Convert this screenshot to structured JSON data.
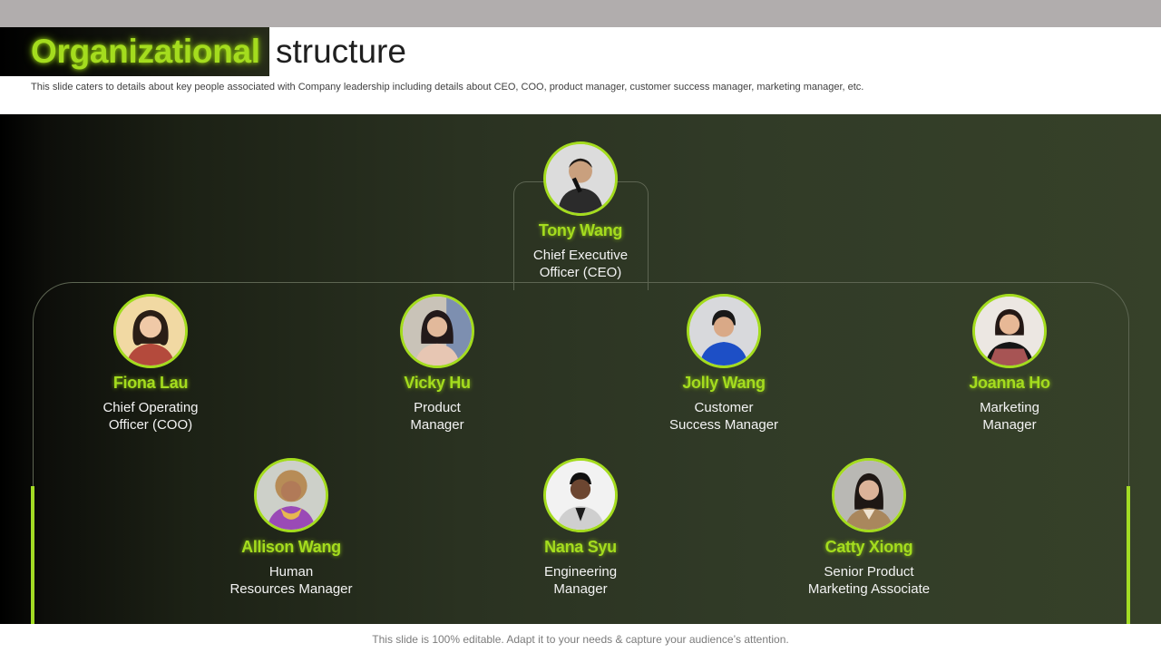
{
  "slide": {
    "title_highlight": "Organizational",
    "title_rest": "structure",
    "subtitle": "This slide caters to details about key people associated with Company leadership including details about CEO, COO,  product manager, customer success manager, marketing manager, etc.",
    "footer": "This slide is 100% editable. Adapt it to your needs & capture your audience’s attention."
  },
  "colors": {
    "accent": "#a4dc1e",
    "panel_dark": "#000000",
    "panel_light": "#364129",
    "top_bar": "#b1adad"
  },
  "people": [
    {
      "id": "ceo",
      "name": "Tony Wang",
      "role_line1": "Chief Executive",
      "role_line2": "Officer (CEO)",
      "icon": "avatar-photo"
    },
    {
      "id": "coo",
      "name": "Fiona Lau",
      "role_line1": "Chief Operating",
      "role_line2": "Officer (COO)",
      "icon": "avatar-photo"
    },
    {
      "id": "pm",
      "name": "Vicky Hu",
      "role_line1": "Product",
      "role_line2": "Manager",
      "icon": "avatar-photo"
    },
    {
      "id": "csm",
      "name": "Jolly Wang",
      "role_line1": "Customer",
      "role_line2": "Success Manager",
      "icon": "avatar-photo"
    },
    {
      "id": "mm",
      "name": "Joanna Ho",
      "role_line1": "Marketing",
      "role_line2": "Manager",
      "icon": "avatar-photo"
    },
    {
      "id": "hr",
      "name": "Allison Wang",
      "role_line1": "Human",
      "role_line2": "Resources Manager",
      "icon": "avatar-photo"
    },
    {
      "id": "em",
      "name": "Nana Syu",
      "role_line1": "Engineering",
      "role_line2": "Manager",
      "icon": "avatar-photo"
    },
    {
      "id": "spma",
      "name": "Catty Xiong",
      "role_line1": "Senior Product",
      "role_line2": "Marketing Associate",
      "icon": "avatar-photo"
    }
  ]
}
